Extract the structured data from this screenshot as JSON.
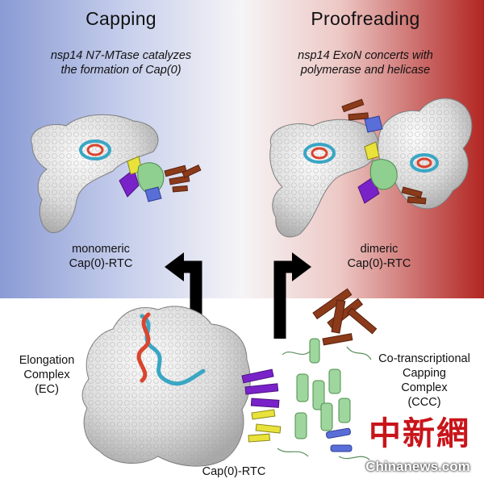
{
  "left_panel": {
    "heading": "Capping",
    "subtitle_line1": "nsp14 N7-MTase catalyzes",
    "subtitle_line2": "the formation of Cap(0)",
    "label_line1": "monomeric",
    "label_line2": "Cap(0)-RTC"
  },
  "right_panel": {
    "heading": "Proofreading",
    "subtitle_line1": "nsp14 ExoN concerts with",
    "subtitle_line2": "polymerase and helicase",
    "label_line1": "dimeric",
    "label_line2": "Cap(0)-RTC"
  },
  "bottom_panel": {
    "ec_line1": "Elongation",
    "ec_line2": "Complex",
    "ec_line3": "(EC)",
    "ccc_line1": "Co-transcriptional",
    "ccc_line2": "Capping",
    "ccc_line3": "Complex",
    "ccc_line4": "(CCC)",
    "center_label": "Cap(0)-RTC"
  },
  "watermark": {
    "chinese": "中新網",
    "english": "Chinanews.com"
  },
  "colors": {
    "left_background": "#8a9bd4",
    "right_background": "#b22622",
    "arrow": "#000000",
    "protein_surface": "#e6e6e6",
    "rna_strand_1": "#3aa6c4",
    "rna_strand_2": "#d9452f",
    "nsp14_brown": "#8b3a1a",
    "nsp12_purple": "#7a22c9",
    "nsp10_yellow": "#e8e23a",
    "nsp16_green": "#8fcf8f",
    "helix_blue": "#5a6ed8",
    "watermark_red": "#c8141a"
  }
}
